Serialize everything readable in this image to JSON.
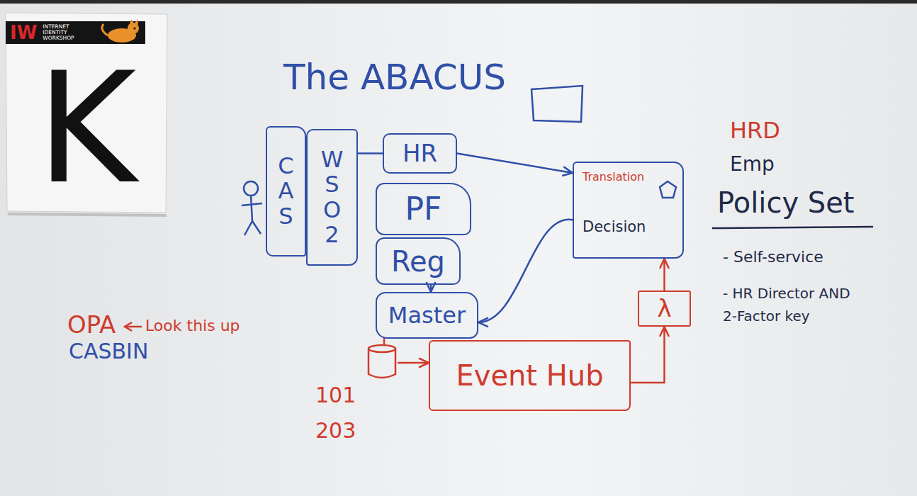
{
  "diagram": {
    "title": "The ABACUS",
    "nodes": [
      {
        "text": [
          "K"
        ]
      },
      {
        "text": [
          "IW",
          "INTERNET IDENTITY WORKSHOP"
        ],
        "in": 0
      },
      {
        "text": [
          "CAS"
        ]
      },
      {
        "text": [
          "WSO2"
        ]
      },
      {
        "text": [
          "HR"
        ]
      },
      {
        "text": [
          "PF"
        ]
      },
      {
        "text": [
          "Reg"
        ]
      },
      {
        "text": [
          "Master"
        ]
      },
      {
        "text": [
          "Translation",
          "Decision"
        ]
      },
      {
        "text": [
          "λ"
        ]
      },
      {
        "text": [
          "Event Hub"
        ]
      }
    ],
    "edges": [
      {
        "from": 3,
        "to": 4,
        "arrow": "none"
      },
      {
        "from": 4,
        "to": 8,
        "arrow": "to"
      },
      {
        "from": 8,
        "to": 7,
        "arrow": "to"
      },
      {
        "from": 6,
        "to": 7,
        "arrow": "to"
      },
      {
        "from": 7,
        "to": 10,
        "arrow": "to"
      },
      {
        "from": 10,
        "to": 9,
        "arrow": "to"
      },
      {
        "from": 9,
        "to": 8,
        "arrow": "to"
      }
    ],
    "labels": [
      "HRD",
      "Emp",
      "Policy Set",
      "- Self-service",
      "- HR Director AND 2-Factor key",
      "OPA",
      "Look this up",
      "CASBIN",
      "101",
      "203"
    ]
  }
}
